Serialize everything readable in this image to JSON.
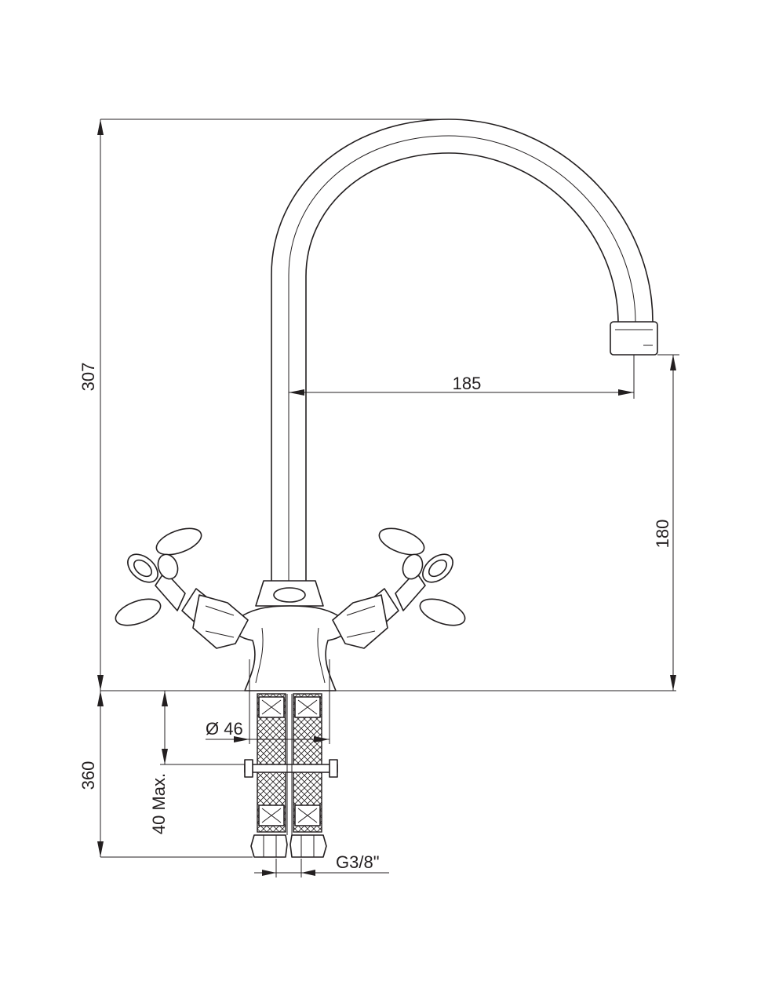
{
  "dimensions": {
    "overall_height": "307",
    "spout_reach": "185",
    "spout_height": "180",
    "below_deck_length": "360",
    "base_diameter": "Ø 46",
    "max_deck_thickness": "40 Max.",
    "connection_thread": "G3/8\""
  },
  "colors": {
    "line": "#231f20",
    "background": "#ffffff"
  }
}
